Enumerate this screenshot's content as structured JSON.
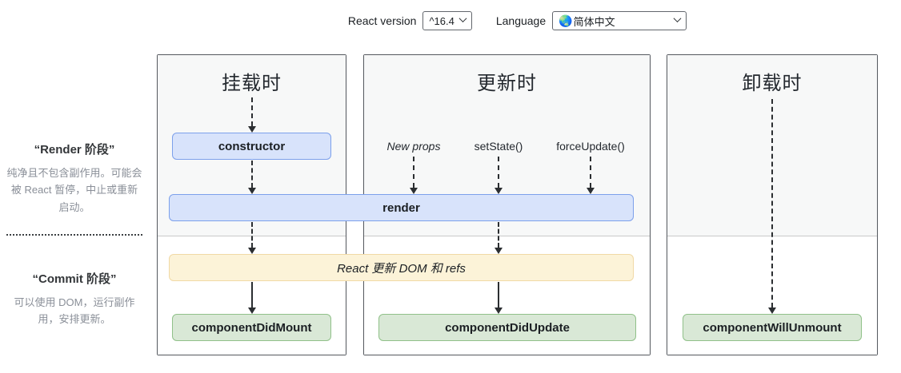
{
  "topbar": {
    "react_version_label": "React version",
    "react_version_value": "^16.4",
    "language_label": "Language",
    "language_globe_icon": "🌏",
    "language_value": "简体中文"
  },
  "sidebar": {
    "render_phase": {
      "title": "“Render 阶段”",
      "description": "纯净且不包含副作用。可能会被 React 暂停，中止或重新启动。"
    },
    "commit_phase": {
      "title": "“Commit 阶段”",
      "description": "可以使用 DOM，运行副作用，安排更新。"
    }
  },
  "columns": {
    "mounting": {
      "title": "挂载时"
    },
    "updating": {
      "title": "更新时",
      "triggers": [
        "New props",
        "setState()",
        "forceUpdate()"
      ]
    },
    "unmounting": {
      "title": "卸载时"
    }
  },
  "methods": {
    "constructor": "constructor",
    "render": "render",
    "react_updates_dom": "React 更新 DOM 和 refs",
    "component_did_mount": "componentDidMount",
    "component_did_update": "componentDidUpdate",
    "component_will_unmount": "componentWillUnmount"
  },
  "colors": {
    "render_phase_box_bg": "#d8e3fb",
    "render_phase_box_border": "#7ca0eb",
    "commit_side_effect_bg": "#fcf3d8",
    "commit_side_effect_border": "#f1d9a5",
    "commit_method_bg": "#d9e8d6",
    "commit_method_border": "#90c189",
    "phase_row_bg": "#f7f8f8",
    "column_border": "#54585e"
  }
}
